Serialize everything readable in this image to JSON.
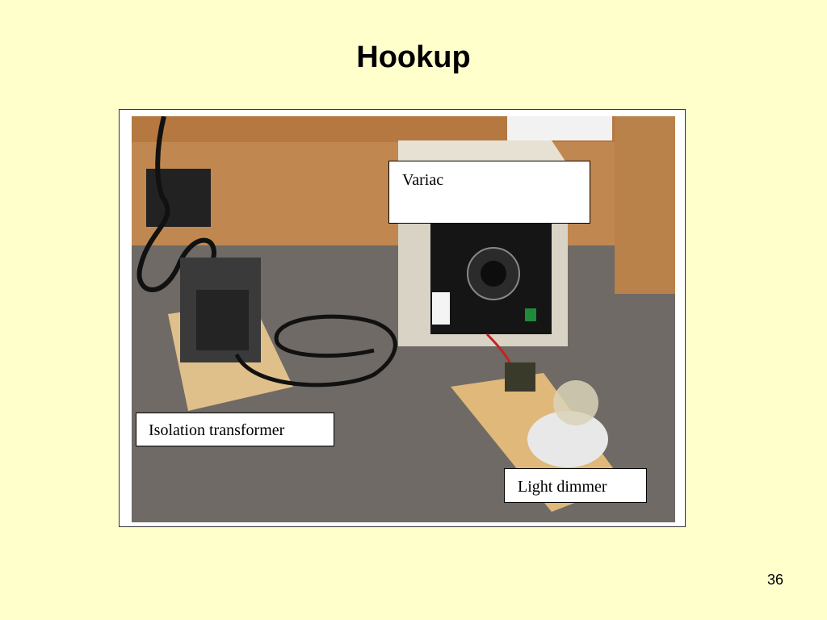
{
  "slide": {
    "title": "Hookup",
    "page_number": "36"
  },
  "photo": {
    "callouts": {
      "variac": "Variac",
      "isolation_transformer": "Isolation transformer",
      "light_dimmer": "Light dimmer"
    }
  },
  "colors": {
    "background": "#ffffcc",
    "countertop": "#6f6a66",
    "wood_wall": "#c08850",
    "variac_case": "#d8d3c4"
  }
}
